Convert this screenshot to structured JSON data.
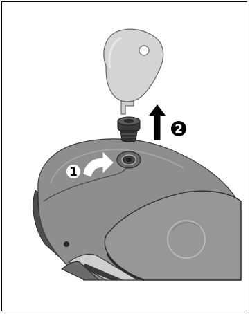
{
  "figure": {
    "steps": [
      {
        "number": "1",
        "action": "rotate-counterclockwise"
      },
      {
        "number": "2",
        "action": "lift-up"
      }
    ],
    "icons": {
      "step1_arrow": "curved-rotate-arrow-icon",
      "step2_arrow": "up-arrow-icon",
      "key": "key-tool-icon",
      "plug": "screw-plug-icon"
    },
    "colors": {
      "device_body": "#8c8c8c",
      "device_top_panel": "#9a9a9a",
      "device_side": "#5a5a5a",
      "key": "#d2d2d2",
      "outline": "#3a3a3a",
      "badge_fill": "#000000",
      "badge_text": "#ffffff",
      "step1_badge_fill": "#ffffff",
      "step1_badge_text": "#000000"
    }
  }
}
